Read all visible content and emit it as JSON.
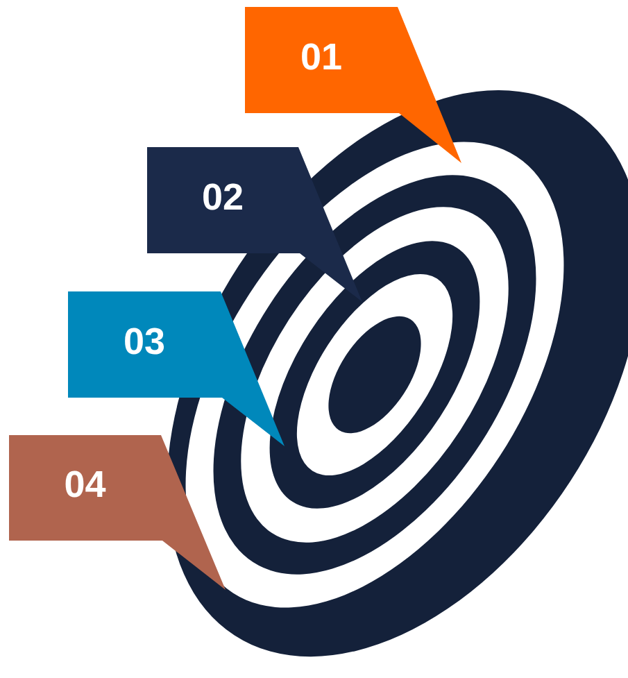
{
  "diagram": {
    "nodes": [
      {
        "text": [
          "01"
        ]
      },
      {
        "text": [
          "02"
        ]
      },
      {
        "text": [
          "03"
        ]
      },
      {
        "text": [
          "04"
        ]
      }
    ]
  }
}
